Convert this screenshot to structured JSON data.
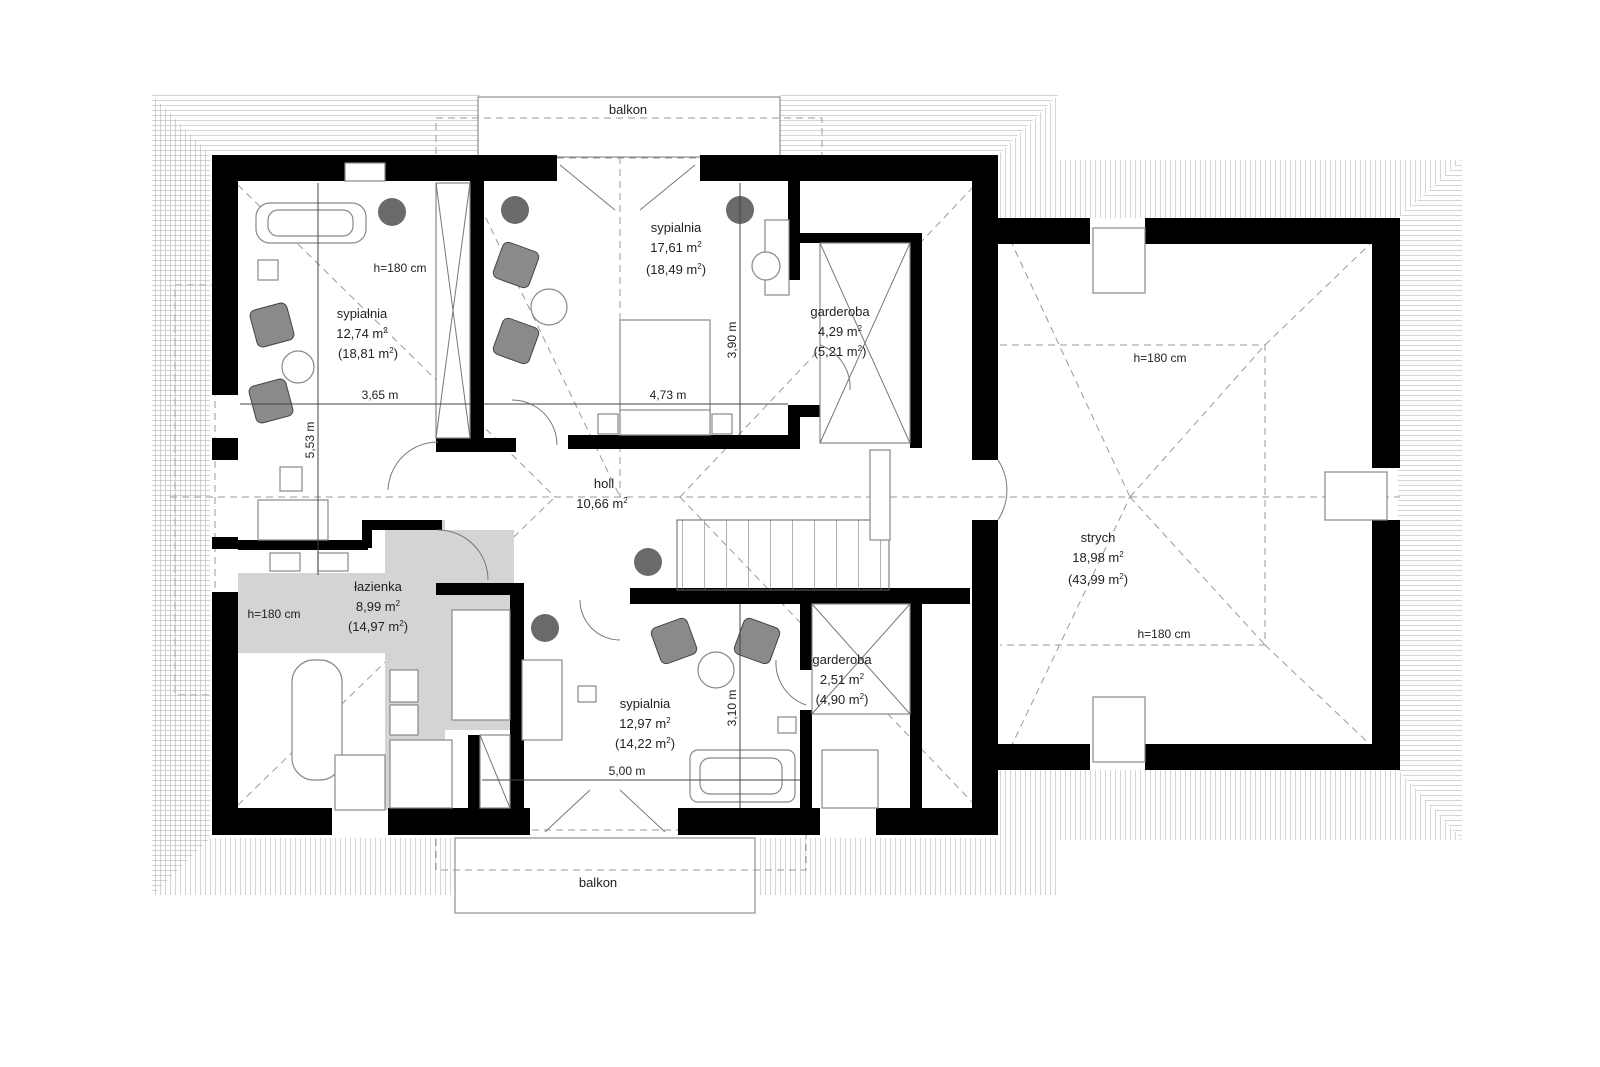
{
  "rooms": {
    "sypialnia_nw": {
      "name": "sypialnia",
      "area": "12,74 m",
      "area_total": "(18,81 m",
      "close": ")",
      "height": "h=180 cm"
    },
    "sypialnia_n": {
      "name": "sypialnia",
      "area": "17,61 m",
      "area_total": "(18,49 m",
      "close": ")"
    },
    "garderoba_n": {
      "name": "garderoba",
      "area": "4,29 m",
      "area_total": "(5,21 m",
      "close": ")"
    },
    "holl": {
      "name": "holl",
      "area": "10,66 m"
    },
    "lazienka": {
      "name": "łazienka",
      "area": "8,99 m",
      "area_total": "(14,97 m",
      "close": ")",
      "height": "h=180 cm"
    },
    "sypialnia_s": {
      "name": "sypialnia",
      "area": "12,97 m",
      "area_total": "(14,22 m",
      "close": ")"
    },
    "garderoba_s": {
      "name": "garderoba",
      "area": "2,51 m",
      "area_total": "(4,90 m",
      "close": ")"
    },
    "strych": {
      "name": "strych",
      "area": "18,98 m",
      "area_total": "(43,99 m",
      "close": ")",
      "height_top": "h=180 cm",
      "height_bottom": "h=180 cm"
    }
  },
  "superscript": "2",
  "balconies": {
    "north": "balkon",
    "south": "balkon"
  },
  "dimensions": {
    "nw_width": "3,65 m",
    "nw_height": "5,53 m",
    "n_width": "4,73 m",
    "n_height": "3,90 m",
    "s_width": "5,00 m",
    "s_height": "3,10 m"
  }
}
